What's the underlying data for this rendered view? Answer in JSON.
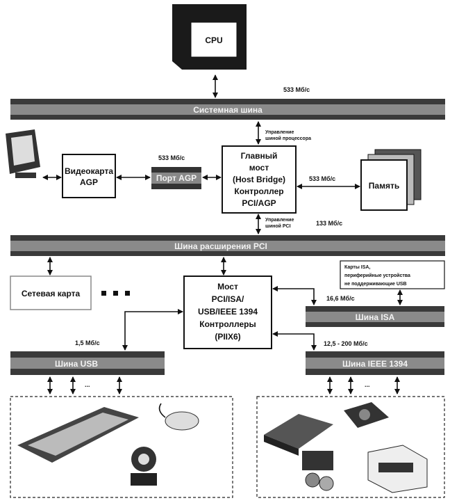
{
  "cpu": {
    "label": "CPU"
  },
  "system_bus": {
    "label": "Системная шина",
    "rate": "533 Мб/с"
  },
  "host_bridge": {
    "lines": [
      "Главный",
      "мост",
      "(Host Bridge)",
      "Контроллер",
      "PCI/AGP"
    ],
    "cpu_control": [
      "Управление",
      "шиной процессора"
    ],
    "pci_control": [
      "Управление",
      "шиной PCI"
    ]
  },
  "video_card": {
    "lines": [
      "Видеокарта",
      "AGP"
    ]
  },
  "agp_port": {
    "label": "Порт AGP",
    "rate": "533 Мб/с"
  },
  "memory": {
    "label": "Память",
    "rate": "533 Мб/с"
  },
  "pci_bus": {
    "label": "Шина расширения PCI",
    "rate": "133 Мб/с"
  },
  "network_card": {
    "label": "Сетевая карта"
  },
  "south_bridge": {
    "lines": [
      "Мост",
      "PCI/ISA/",
      "USB/IEEE 1394",
      "Контроллеры",
      "(PIIX6)"
    ]
  },
  "isa_cards": {
    "lines": [
      "Карты ISA,",
      "периферийные устройства",
      "не поддерживающие USB"
    ]
  },
  "isa_bus": {
    "label": "Шина ISA",
    "rate": "16,6 Мб/с"
  },
  "ieee_bus": {
    "label": "Шина IEEE 1394",
    "rate": "12,5 - 200 Мб/с",
    "ellipsis": "..."
  },
  "usb_bus": {
    "label": "Шина USB",
    "rate": "1,5 Мб/с",
    "ellipsis": "..."
  },
  "colors": {
    "bus": "#3a3a3a",
    "line": "#111111"
  }
}
